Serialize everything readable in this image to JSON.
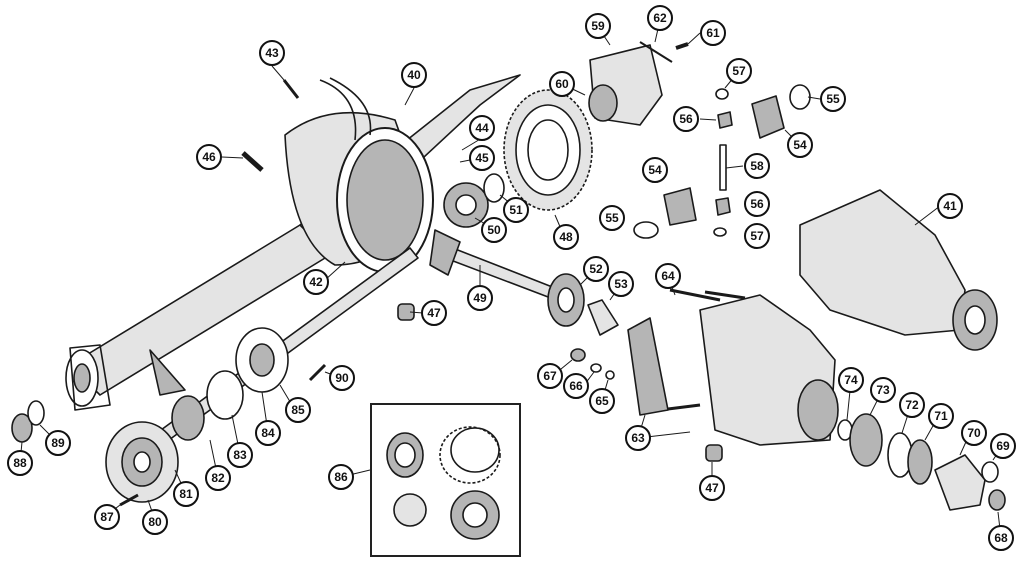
{
  "diagram": {
    "colors": {
      "ink": "#1a1a1a",
      "shade": "#b5b5b5",
      "light": "#e4e4e4",
      "paper": "#ffffff"
    },
    "callouts": [
      "40",
      "41",
      "42",
      "43",
      "44",
      "45",
      "46",
      "47",
      "48",
      "49",
      "50",
      "51",
      "52",
      "53",
      "54",
      "55",
      "56",
      "57",
      "58",
      "59",
      "60",
      "61",
      "62",
      "63",
      "64",
      "65",
      "66",
      "67",
      "68",
      "69",
      "70",
      "71",
      "72",
      "73",
      "74",
      "80",
      "81",
      "82",
      "83",
      "84",
      "85",
      "86",
      "87",
      "88",
      "89",
      "90"
    ],
    "callout_47b": "47",
    "callout_54b": "54",
    "callout_55b": "55",
    "callout_56b": "56",
    "callout_57b": "57"
  }
}
